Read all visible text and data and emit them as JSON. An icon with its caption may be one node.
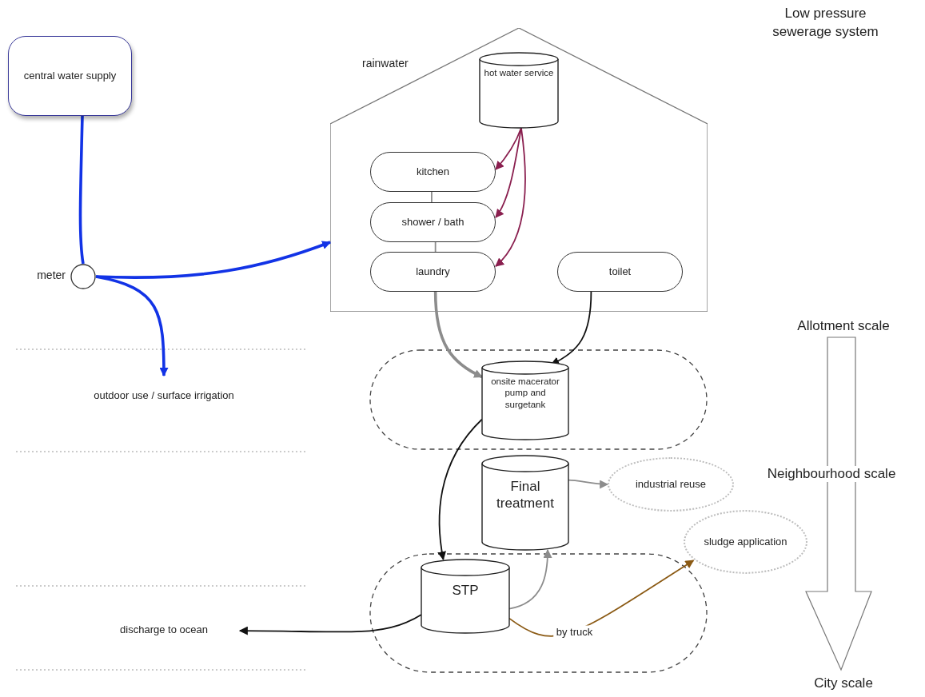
{
  "diagram": {
    "title": "Low pressure sewerage system",
    "nodes": [
      {
        "text": [
          "central water supply"
        ]
      },
      {
        "text": [],
        "shape": "circle",
        "beside": [
          "meter"
        ]
      },
      {
        "text": [
          "rainwater"
        ]
      },
      {
        "text": [
          "hot water service"
        ],
        "in": 2
      },
      {
        "text": [
          "kitchen"
        ],
        "in": 2
      },
      {
        "text": [
          "shower / bath"
        ],
        "in": 2
      },
      {
        "text": [
          "laundry"
        ],
        "in": 2
      },
      {
        "text": [
          "toilet"
        ],
        "in": 2
      },
      {
        "text": [],
        "shape": "box"
      },
      {
        "text": [
          "onsite macerator pump and surgetank"
        ],
        "in": 8
      },
      {
        "text": [
          "outdoor use / surface irrigation"
        ]
      },
      {
        "text": [
          "Final treatment"
        ]
      },
      {
        "text": [
          "industrial reuse"
        ]
      },
      {
        "text": [
          "sludge application"
        ]
      },
      {
        "text": [],
        "shape": "box"
      },
      {
        "text": [
          "STP"
        ],
        "in": 14
      },
      {
        "text": [
          "discharge to ocean"
        ]
      }
    ],
    "edges": [
      {
        "from": 0,
        "to": 1,
        "arrow": "none",
        "style": "thick",
        "color": "#1233e6"
      },
      {
        "from": 1,
        "to": 2,
        "arrow": "to",
        "style": "thick",
        "color": "#1233e6"
      },
      {
        "from": 1,
        "to": 10,
        "arrow": "to",
        "style": "thick",
        "color": "#1233e6"
      },
      {
        "from": 3,
        "to": 4,
        "arrow": "to",
        "color": "#8a1f4f"
      },
      {
        "from": 3,
        "to": 5,
        "arrow": "to",
        "color": "#8a1f4f"
      },
      {
        "from": 3,
        "to": 6,
        "arrow": "to",
        "color": "#8a1f4f"
      },
      {
        "from": 4,
        "to": 5,
        "arrow": "none",
        "color": "#8c8c8c"
      },
      {
        "from": 5,
        "to": 6,
        "arrow": "none",
        "color": "#8c8c8c"
      },
      {
        "from": 6,
        "to": 9,
        "arrow": "to",
        "style": "thick",
        "color": "#8c8c8c"
      },
      {
        "from": 7,
        "to": 9,
        "arrow": "to",
        "color": "#111111"
      },
      {
        "from": 9,
        "to": 15,
        "arrow": "to",
        "color": "#111111"
      },
      {
        "from": 15,
        "to": 11,
        "arrow": "to",
        "color": "#8c8c8c"
      },
      {
        "from": 11,
        "to": 12,
        "arrow": "to",
        "color": "#8c8c8c"
      },
      {
        "from": 15,
        "to": 13,
        "arrow": "to",
        "label": "by truck",
        "color": "#8b5a14"
      },
      {
        "from": 15,
        "to": 16,
        "arrow": "to",
        "color": "#111111"
      }
    ],
    "labels": [
      "Allotment scale",
      "Neighbourhood scale",
      "City scale"
    ]
  }
}
